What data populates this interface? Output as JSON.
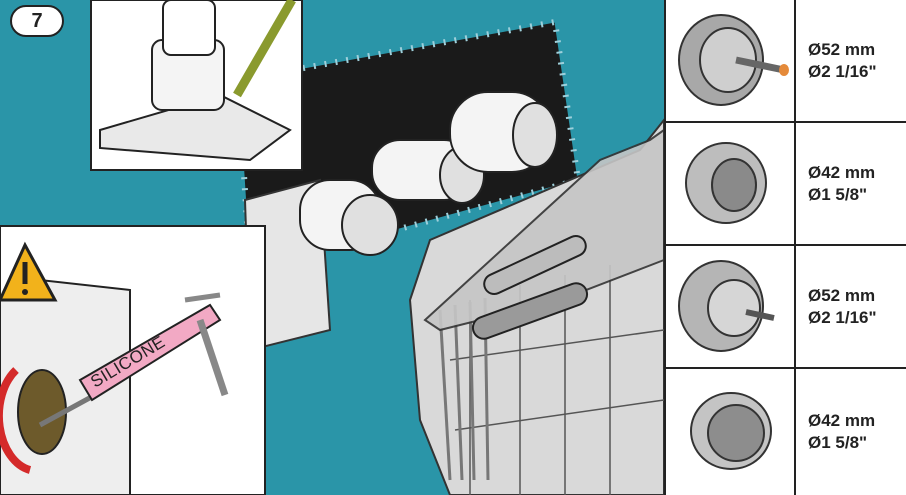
{
  "step": {
    "number": "7"
  },
  "warning": {
    "icon": "warning-triangle-icon",
    "label": "SILICONE"
  },
  "parts": [
    {
      "icon": "valve-cartridge-52-icon",
      "metric": "Ø52 mm",
      "imperial": "Ø2 1/16\""
    },
    {
      "icon": "sleeve-42-icon",
      "metric": "Ø42 mm",
      "imperial": "Ø1 5/8\""
    },
    {
      "icon": "valve-body-52-icon",
      "metric": "Ø52 mm",
      "imperial": "Ø2 1/16\""
    },
    {
      "icon": "escutcheon-ring-42-icon",
      "metric": "Ø42 mm",
      "imperial": "Ø1 5/8\""
    }
  ],
  "colors": {
    "wall": "#2a95a8",
    "warning": "#f2b21b",
    "tube": "#f2a9c4"
  }
}
